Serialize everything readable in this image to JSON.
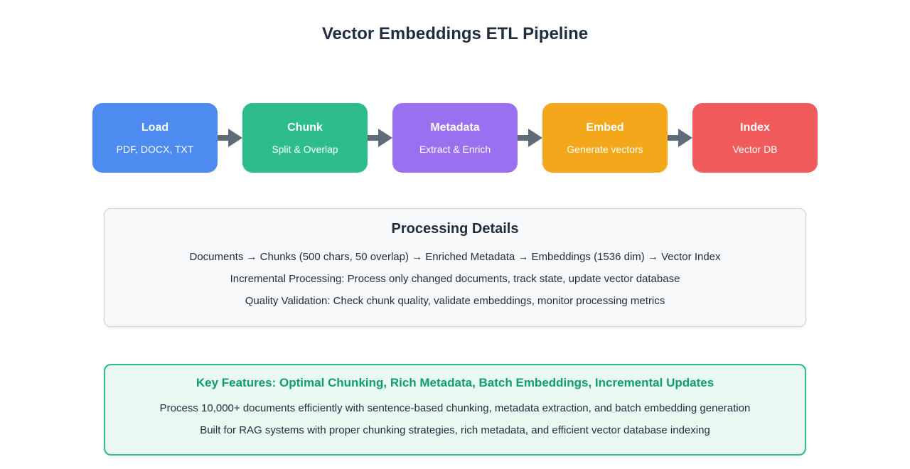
{
  "page": {
    "title": "Vector Embeddings ETL Pipeline"
  },
  "pipeline": {
    "arrow_icon": "right-arrow",
    "arrow_color": "#5f6b7a",
    "stages": [
      {
        "label": "Load",
        "sublabel": "PDF, DOCX, TXT",
        "color": "#4d8bf0"
      },
      {
        "label": "Chunk",
        "sublabel": "Split & Overlap",
        "color": "#2dbd8c"
      },
      {
        "label": "Metadata",
        "sublabel": "Extract & Enrich",
        "color": "#9a6ff0"
      },
      {
        "label": "Embed",
        "sublabel": "Generate vectors",
        "color": "#f3a71b"
      },
      {
        "label": "Index",
        "sublabel": "Vector DB",
        "color": "#f15b5b"
      }
    ]
  },
  "processing_details": {
    "title": "Processing Details",
    "background": "#f8f9fb",
    "border_color": "#c9ced8",
    "lines": [
      "Documents → Chunks (500 chars, 50 overlap) → Enriched Metadata → Embeddings (1536 dim) → Vector Index",
      "Incremental Processing: Process only changed documents, track state, update vector database",
      "Quality Validation: Check chunk quality, validate embeddings, monitor processing metrics"
    ]
  },
  "key_features": {
    "title": "Key Features: Optimal Chunking, Rich Metadata, Batch Embeddings, Incremental Updates",
    "accent_color": "#0f9d6e",
    "border_color": "#2dbd8a",
    "background": "#e9f8f0",
    "lines": [
      "Process 10,000+ documents efficiently with sentence-based chunking, metadata extraction, and batch embedding generation",
      "Built for RAG systems with proper chunking strategies, rich metadata, and efficient vector database indexing"
    ]
  }
}
